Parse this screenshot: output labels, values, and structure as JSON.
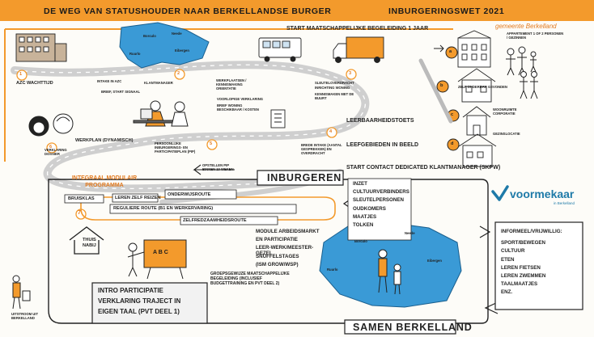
{
  "header": {
    "title": "DE WEG VAN STATUSHOUDER NAAR BERKELLANDSE BURGER",
    "subtitle": "INBURGERINGSWET 2021"
  },
  "gemeente_logo": "gemeente Berkelland",
  "voormekaar_logo": {
    "name": "voormekaar",
    "sub": "in Berkelland"
  },
  "map_top_labels": [
    "Borculo",
    "Neede",
    "Eibergen",
    "Ruurlo"
  ],
  "map_bottom_labels": [
    "Borculo",
    "Neede",
    "Eibergen",
    "Ruurlo"
  ],
  "start_maatschappelijke": "START MAATSCHAPPELIJKE BEGELEIDING 1 JAAR",
  "azc_label": "AZC WACHTTIJD",
  "step2_notes": [
    "WERKPLAATSEN / KENNISMAKING ORIENTATIE",
    "VOORLOPIGE VERKLARING",
    "BRIEF WONING BESCHIKBAAR / KOSTEN"
  ],
  "azc_notes": [
    "INTAKE IN AZC",
    "KLANTMANAGER",
    "BRIEF, START SIGNAAL"
  ],
  "step3_notes": [
    "SLEUTELOVERDRACHT",
    "INRICHTING WONING"
  ],
  "step3_sub": "KENNISMAKEN MET DE BUURT",
  "housing_labels": {
    "a": "APPARTEMENT 1 OF 2 PERSONEN / GEZINNEN",
    "b": "ZELF ONDERDAK GEVONDEN",
    "c": "WOONRUIMTE CORPORATIE",
    "d": "GEZINSLOCATIE"
  },
  "steps": [
    "1",
    "2",
    "3",
    "4",
    "5",
    "6",
    "7"
  ],
  "letters": [
    "a",
    "b",
    "c",
    "d"
  ],
  "leerbaarheidstoets": "LEERBAARHEIDSTOETS",
  "leefgebieden": "LEEFGEBIEDEN IN BEELD",
  "start_contact": "START CONTACT DEDICATED KLANTMANAGER (SKPW)",
  "step4_note": "BREDE INTAKE (AANTAL GESPREKKEN) EN OVERDRACHT",
  "werkplan": "WERKPLAN (DYNAMISCH)",
  "step5_note": "PERSOONLIJKE INBURGERINGS- EN PARTICIPATIEPLAN (PIP)",
  "step6_note": "VERKLARING DOSSIER",
  "arrow_note": "OPSTELLEN PIP BINNEN 10 WEKEN",
  "integraal": "INTEGRAAL MODULAIR PROGRAMMA",
  "inburgeren": "INBURGEREN",
  "bruisklas": "BRUISKLAS",
  "routes": {
    "leren_zelf_reizen": "LEREN ZELF REIZEN",
    "onderwijsroute": "ONDERWIJSROUTE",
    "reguliere": "REGULIERE ROUTE (B1 EN WERKERVARING)",
    "zelfredzaamheid": "ZELFREDZAAMHEIDSROUTE"
  },
  "thuis": "THUIS NABIJ",
  "abc": "A B C",
  "inzet_list": [
    "INZET",
    "CULTUURVERBINDERS",
    "SLEUTELPERSONEN",
    "OUDKOMERS",
    "MAATJES",
    "TOLKEN"
  ],
  "module_list": [
    "MODULE ARBEIDSMARKT",
    "EN PARTICIPATIE",
    "LEER-WERK/MEESTER-GEZEL",
    "SNUFFELSTAGES",
    "(ISM GROW/WSP)"
  ],
  "groepsgewijze": "GROEPSGEWIJZE MAATSCHAPPELIJKE BEGELEIDING (INCLUSIEF BUDGETTRAINING EN PVT DEEL 2)",
  "intro": [
    "INTRO PARTICIPATIE",
    "VERKLARING TRAJECT IN",
    "EIGEN TAAL (PVT DEEL 1)"
  ],
  "uitstroom": "UITSTROOM UIT BERKELLAND",
  "samen": "SAMEN BERKELLAND",
  "informeel": {
    "title": "INFORMEEL/VRIJWILLIG:",
    "items": [
      "SPORT/BEWEGEN",
      "CULTUUR",
      "ETEN",
      "LEREN FIETSEN",
      "LEREN ZWEMMEN",
      "TAALMAATJES",
      "ENZ."
    ]
  },
  "colors": {
    "orange": "#f39a2c",
    "blue": "#3a9ad6",
    "dark": "#1a1a1a",
    "teal": "#1e7aa8"
  }
}
